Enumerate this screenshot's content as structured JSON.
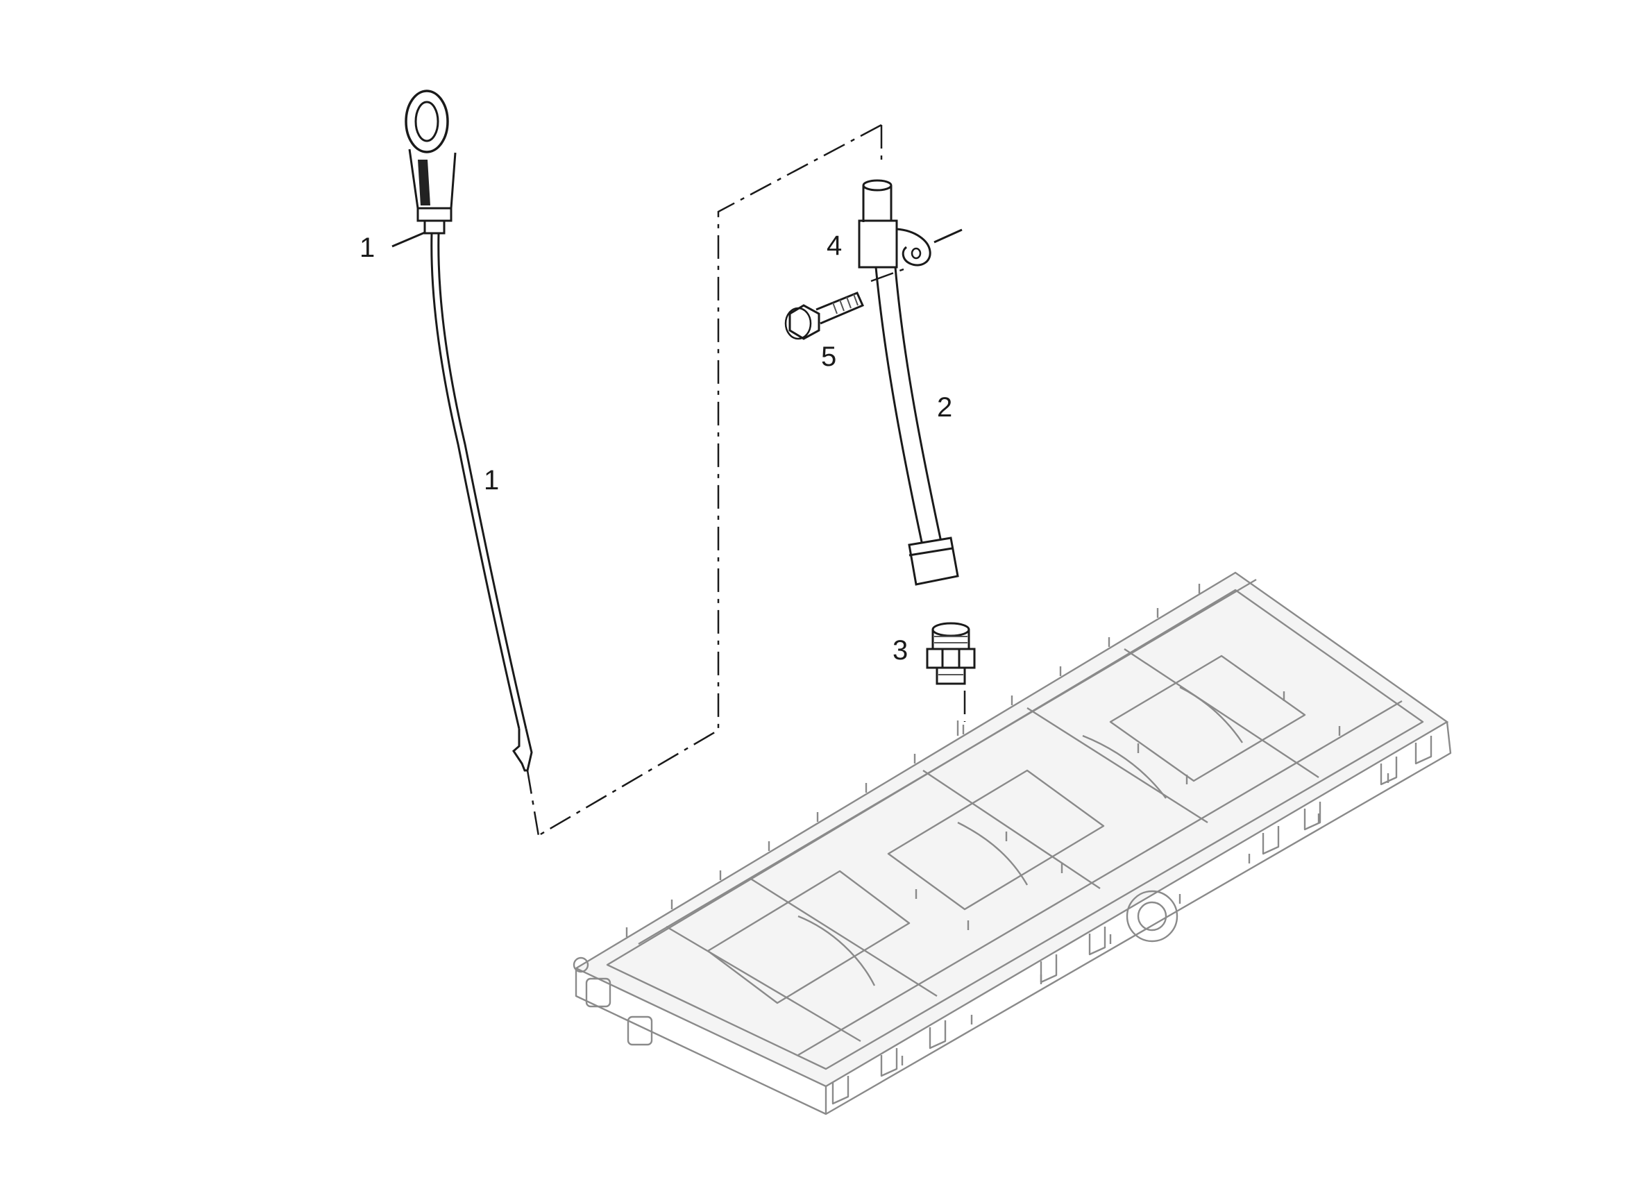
{
  "callouts": {
    "dipstick_top": "1",
    "dipstick_mid": "1",
    "guide_tube": "2",
    "adapter": "3",
    "clip": "4",
    "bolt": "5"
  }
}
